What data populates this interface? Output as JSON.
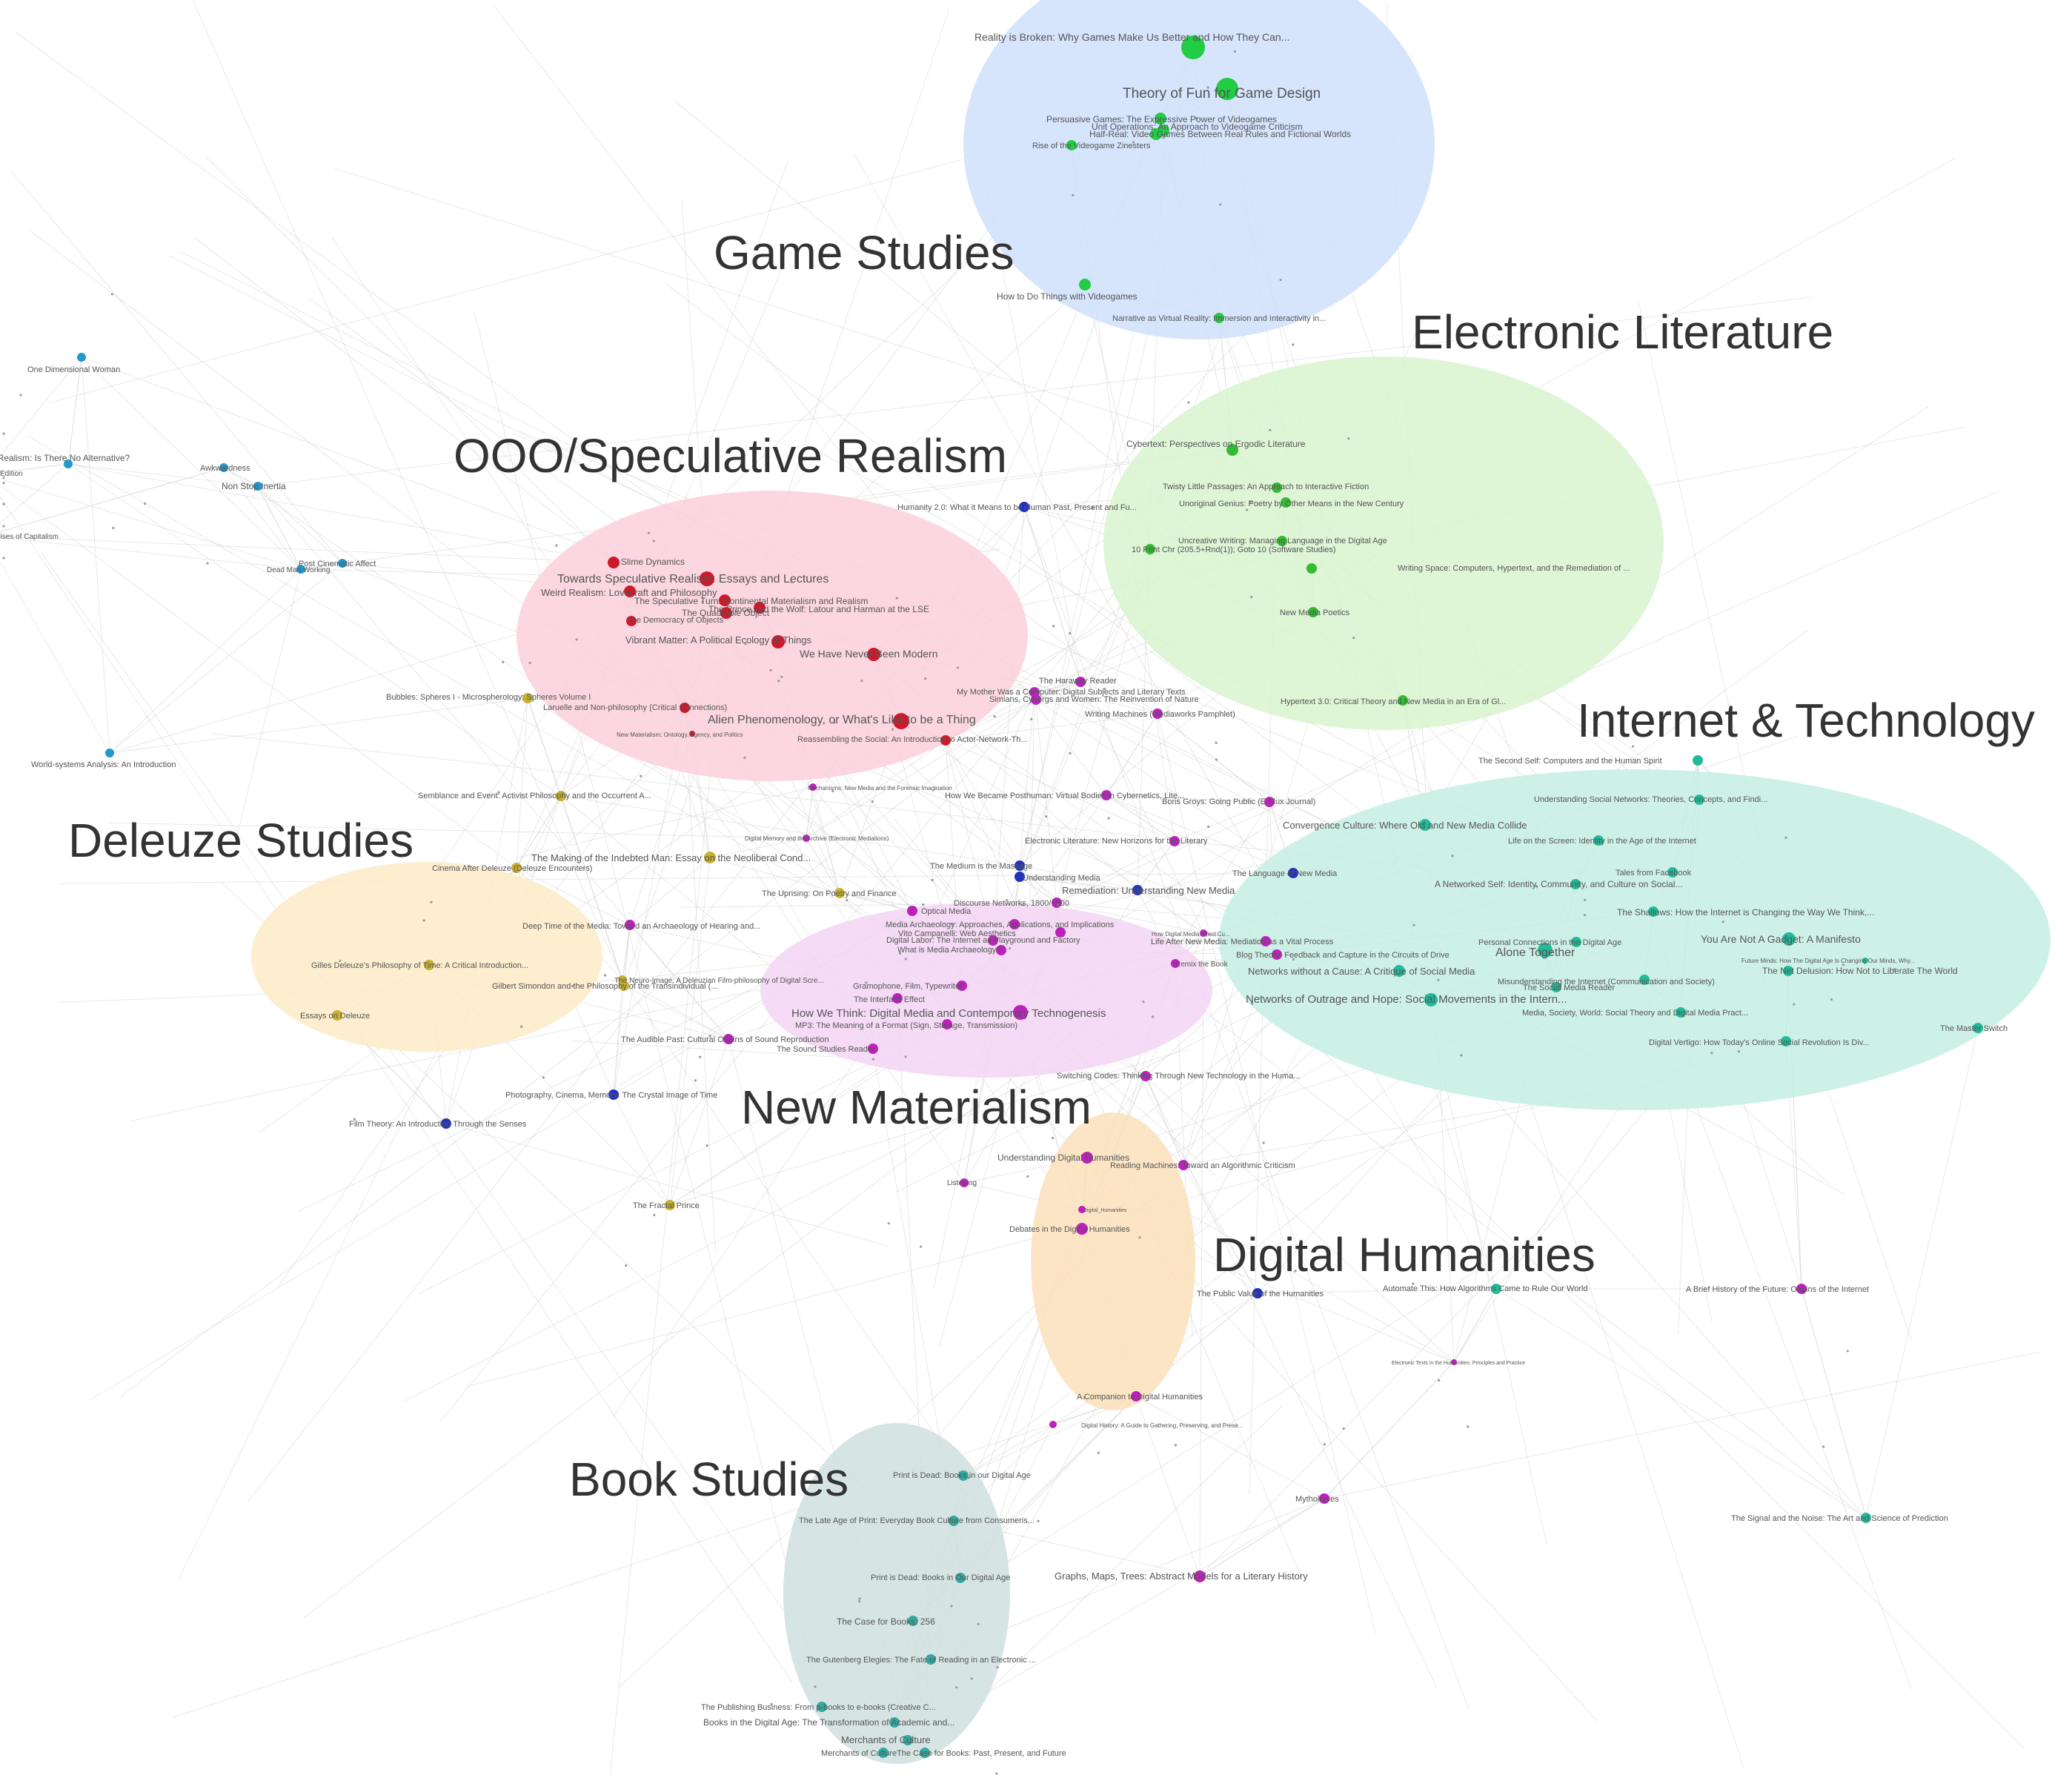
{
  "clusters": [
    {
      "id": "game",
      "name": "Game Studies",
      "color": "#cfdffb"
    },
    {
      "id": "elit",
      "name": "Electronic Literature",
      "color": "#d8f3cf"
    },
    {
      "id": "ooo",
      "name": "OOO/Speculative Realism",
      "color": "#fbd0dc"
    },
    {
      "id": "internet",
      "name": "Internet & Technology",
      "color": "#c6efe3"
    },
    {
      "id": "deleuze",
      "name": "Deleuze Studies",
      "color": "#fcebc7"
    },
    {
      "id": "newmat",
      "name": "New Materialism",
      "color": "#f3d5f3"
    },
    {
      "id": "dh",
      "name": "Digital Humanities",
      "color": "#fbe0bb"
    },
    {
      "id": "book",
      "name": "Book Studies",
      "color": "#cfe1de"
    }
  ],
  "node_colors": {
    "game": "#22cc44",
    "elit": "#33bb33",
    "ooo": "#cc1a2a",
    "internet": "#22bb99",
    "deleuze": "#c9b030",
    "newmat": "#bb22bb",
    "dh": "#bb22bb",
    "book": "#33aaa0",
    "other_blue": "#2233bb",
    "other_teal": "#2299cc",
    "edge": "#d6d6d6"
  },
  "books": [
    {
      "title": "Reality is Broken: Why Games Make Us Better and How They Can...",
      "group": "game"
    },
    {
      "title": "Theory of Fun for Game Design",
      "group": "game"
    },
    {
      "title": "Persuasive Games: The Expressive Power of Videogames",
      "group": "game"
    },
    {
      "title": "Unit Operations: An Approach to Videogame Criticism",
      "group": "game"
    },
    {
      "title": "Half-Real: Video Games Between Real Rules and Fictional Worlds",
      "group": "game"
    },
    {
      "title": "Rise of the Videogame Zinesters",
      "group": "game"
    },
    {
      "title": "How to Do Things with Videogames",
      "group": "game"
    },
    {
      "title": "Narrative as Virtual Reality: Immersion and Interactivity in...",
      "group": "game"
    },
    {
      "title": "Cybertext: Perspectives on Ergodic Literature",
      "group": "elit"
    },
    {
      "title": "Twisty Little Passages: An Approach to Interactive Fiction",
      "group": "elit"
    },
    {
      "title": "Unoriginal Genius: Poetry by Other Means in the New Century",
      "group": "elit"
    },
    {
      "title": "Uncreative Writing: Managing Language in the Digital Age",
      "group": "elit"
    },
    {
      "title": "10 Print Chr (205.5+Rnd(1)); Goto 10 (Software Studies)",
      "group": "elit"
    },
    {
      "title": "Writing Space: Computers, Hypertext, and the Remediation of ...",
      "group": "elit"
    },
    {
      "title": "New Media Poetics",
      "group": "elit"
    },
    {
      "title": "Hypertext 3.0: Critical Theory and New Media in an Era of Gl...",
      "group": "elit"
    },
    {
      "title": "Humanity 2.0: What it Means to be Human Past, Present and Fu...",
      "group": "other_blue"
    },
    {
      "title": "Slime Dynamics",
      "group": "ooo"
    },
    {
      "title": "Towards Speculative Realism: Essays and Lectures",
      "group": "ooo"
    },
    {
      "title": "Weird Realism: Lovecraft and Philosophy",
      "group": "ooo"
    },
    {
      "title": "The Speculative Turn: Continental Materialism and Realism",
      "group": "ooo"
    },
    {
      "title": "The Prince and the Wolf: Latour and Harman at the LSE",
      "group": "ooo"
    },
    {
      "title": "The Quadruple Object",
      "group": "ooo"
    },
    {
      "title": "The Democracy of Objects",
      "group": "ooo"
    },
    {
      "title": "Vibrant Matter: A Political Ecology of Things",
      "group": "ooo"
    },
    {
      "title": "We Have Never Been Modern",
      "group": "ooo"
    },
    {
      "title": "Laruelle and Non-philosophy (Critical Connections)",
      "group": "ooo"
    },
    {
      "title": "Alien Phenomenology, or What's Like to be a Thing",
      "group": "ooo"
    },
    {
      "title": "Reassembling the Social: An Introduction to Actor-Network-Th...",
      "group": "ooo"
    },
    {
      "title": "New Materialism: Ontology, Agency, and Politics",
      "group": "ooo"
    },
    {
      "title": "Bubbles: Spheres I - Microspherology: Spheres Volume I",
      "group": "deleuze"
    },
    {
      "title": "The Haraway Reader",
      "group": "newmat"
    },
    {
      "title": "My Mother Was a Computer: Digital Subjects and Literary Texts",
      "group": "newmat"
    },
    {
      "title": "Simians, Cyborgs and Women: The Reinvention of Nature",
      "group": "newmat"
    },
    {
      "title": "Writing Machines (Mediaworks Pamphlet)",
      "group": "newmat"
    },
    {
      "title": "The Second Self: Computers and the Human Spirit",
      "group": "internet"
    },
    {
      "title": "Understanding Social Networks: Theories, Concepts, and Findi...",
      "group": "internet"
    },
    {
      "title": "Convergence Culture: Where Old and New Media Collide",
      "group": "internet"
    },
    {
      "title": "Life on the Screen: Identity in the Age of the Internet",
      "group": "internet"
    },
    {
      "title": "The Language of New Media",
      "group": "other_blue"
    },
    {
      "title": "Tales from Facebook",
      "group": "internet"
    },
    {
      "title": "A Networked Self: Identity, Community, and Culture on Social...",
      "group": "internet"
    },
    {
      "title": "The Shallows: How the Internet is Changing the Way We Think,...",
      "group": "internet"
    },
    {
      "title": "Personal Connections in the Digital Age",
      "group": "internet"
    },
    {
      "title": "Alone Together",
      "group": "internet"
    },
    {
      "title": "You Are Not A Gadget: A Manifesto",
      "group": "internet"
    },
    {
      "title": "Networks without a Cause: A Critique of Social Media",
      "group": "internet"
    },
    {
      "title": "The Net Delusion: How Not to Liberate The World",
      "group": "internet"
    },
    {
      "title": "Misunderstanding the Internet (Communication and Society)",
      "group": "internet"
    },
    {
      "title": "The Social Media Reader",
      "group": "internet"
    },
    {
      "title": "Networks of Outrage and Hope: Social Movements in the Intern...",
      "group": "internet"
    },
    {
      "title": "Media, Society, World: Social Theory and Digital Media Pract...",
      "group": "internet"
    },
    {
      "title": "Digital Vertigo: How Today's Online Social Revolution Is Div...",
      "group": "internet"
    },
    {
      "title": "The Master Switch",
      "group": "internet"
    },
    {
      "title": "Future Minds: How The Digital Age Is Changing Our Minds, Why...",
      "group": "internet"
    },
    {
      "title": "Semblance and Event: Activist Philosophy and the Occurrent A...",
      "group": "deleuze"
    },
    {
      "title": "The Making of the Indebted Man: Essay on the Neoliberal Cond...",
      "group": "deleuze"
    },
    {
      "title": "Cinema After Deleuze (Deleuze Encounters)",
      "group": "deleuze"
    },
    {
      "title": "Deep Time of the Media: Toward an Archaeology of Hearing and...",
      "group": "newmat"
    },
    {
      "title": "Gilles Deleuze's Philosophy of Time: A Critical Introduction...",
      "group": "deleuze"
    },
    {
      "title": "Gilbert Simondon and the Philosophy of the Transindividual (...",
      "group": "deleuze"
    },
    {
      "title": "The Neuro-Image: A Deleuzian Film-philosophy of Digital Scre...",
      "group": "deleuze"
    },
    {
      "title": "Essays on Deleuze",
      "group": "deleuze"
    },
    {
      "title": "The Audible Past: Cultural Origins of Sound Reproduction",
      "group": "newmat"
    },
    {
      "title": "How We Became Posthuman: Virtual Bodies in Cybernetics, Lite...",
      "group": "newmat"
    },
    {
      "title": "Boris Groys: Going Public (E-Flux Journal)",
      "group": "newmat"
    },
    {
      "title": "Mechanisms: New Media and the Forensic Imagination",
      "group": "newmat"
    },
    {
      "title": "Digital Memory and the Archive (Electronic Mediations)",
      "group": "newmat"
    },
    {
      "title": "Electronic Literature: New Horizons for the Literary",
      "group": "newmat"
    },
    {
      "title": "The Medium is the Massage",
      "group": "other_blue"
    },
    {
      "title": "Understanding Media",
      "group": "other_blue"
    },
    {
      "title": "Remediation: Understanding New Media",
      "group": "other_blue"
    },
    {
      "title": "The Uprising: On Poetry and Finance",
      "group": "deleuze"
    },
    {
      "title": "Discourse Networks, 1800/1900",
      "group": "newmat"
    },
    {
      "title": "Optical Media",
      "group": "newmat"
    },
    {
      "title": "Media Archaeology: Approaches, Applications, and Implications",
      "group": "newmat"
    },
    {
      "title": "Digital Labor: The Internet as Playground and Factory",
      "group": "newmat"
    },
    {
      "title": "What is Media Archaeology?",
      "group": "newmat"
    },
    {
      "title": "Vito Campanelli: Web Aesthetics",
      "group": "newmat"
    },
    {
      "title": "How Digital Media Affect Cu...",
      "group": "newmat"
    },
    {
      "title": "Life After New Media: Mediation as a Vital Process",
      "group": "newmat"
    },
    {
      "title": "Blog Theory: Feedback and Capture in the Circuits of Drive",
      "group": "newmat"
    },
    {
      "title": "Remix the Book",
      "group": "newmat"
    },
    {
      "title": "Gramophone, Film, Typewriter",
      "group": "newmat"
    },
    {
      "title": "The Interface Effect",
      "group": "newmat"
    },
    {
      "title": "How We Think: Digital Media and Contemporary Technogenesis",
      "group": "newmat"
    },
    {
      "title": "MP3: The Meaning of a Format (Sign, Storage, Transmission)",
      "group": "newmat"
    },
    {
      "title": "The Sound Studies Reader",
      "group": "newmat"
    },
    {
      "title": "Switching Codes: Thinking Through New Technology in the Huma...",
      "group": "newmat"
    },
    {
      "title": "Understanding Digital Humanities",
      "group": "dh"
    },
    {
      "title": "Reading Machines: Toward an Algorithmic Criticism",
      "group": "dh"
    },
    {
      "title": "Listening",
      "group": "dh"
    },
    {
      "title": "Debates in the Digital Humanities",
      "group": "dh"
    },
    {
      "title": "Digital_Humanities",
      "group": "dh"
    },
    {
      "title": "The Public Value of the Humanities",
      "group": "other_blue"
    },
    {
      "title": "A Companion to Digital Humanities",
      "group": "dh"
    },
    {
      "title": "Digital History: A Guide to Gathering, Preserving, and Prese...",
      "group": "dh"
    },
    {
      "title": "Photography, Cinema, Memory: The Crystal Image of Time",
      "group": "other_blue"
    },
    {
      "title": "Film Theory: An Introduction Through the Senses",
      "group": "other_blue"
    },
    {
      "title": "The Fractal Prince",
      "group": "deleuze"
    },
    {
      "title": "Automate This: How Algorithms Came to Rule Our World",
      "group": "internet"
    },
    {
      "title": "A Brief History of the Future: Origins of the Internet",
      "group": "dh"
    },
    {
      "title": "Electronic Texts in the Humanities: Principles and Practice",
      "group": "dh"
    },
    {
      "title": "Mythologies",
      "group": "dh"
    },
    {
      "title": "Graphs, Maps, Trees: Abstract Models for a Literary History",
      "group": "dh"
    },
    {
      "title": "The Signal and the Noise: The Art and Science of Prediction",
      "group": "internet"
    },
    {
      "title": "Print is Dead: Books in our Digital Age",
      "group": "book"
    },
    {
      "title": "The Late Age of Print: Everyday Book Culture from Consumeris...",
      "group": "book"
    },
    {
      "title": "Print is Dead: Books in Our Digital Age",
      "group": "book"
    },
    {
      "title": "The Case for Books: 256",
      "group": "book"
    },
    {
      "title": "The Gutenberg Elegies: The Fate of Reading in an Electronic ...",
      "group": "book"
    },
    {
      "title": "The Publishing Business: From p-books to e-books (Creative C...",
      "group": "book"
    },
    {
      "title": "Books in the Digital Age: The Transformation of Academic and...",
      "group": "book"
    },
    {
      "title": "Merchants of Culture",
      "group": "book"
    },
    {
      "title": "Merchants of Culture",
      "group": "book"
    },
    {
      "title": "The Case for Books: Past, Present, and Future",
      "group": "book"
    },
    {
      "title": "One Dimensional Woman",
      "group": "other_teal"
    },
    {
      "title": "t Realism: Is There No Alternative?",
      "group": "other_teal"
    },
    {
      "title": "w Edition",
      "group": "other_teal"
    },
    {
      "title": "Awkwardness",
      "group": "other_teal"
    },
    {
      "title": "Non Stop Inertia",
      "group": "other_teal"
    },
    {
      "title": "Crises of Capitalism",
      "group": "other_teal"
    },
    {
      "title": "Post Cinematic Affect",
      "group": "other_teal"
    },
    {
      "title": "Dead Man Working",
      "group": "other_teal"
    },
    {
      "title": "World-systems Analysis: An Introduction",
      "group": "other_teal"
    }
  ]
}
